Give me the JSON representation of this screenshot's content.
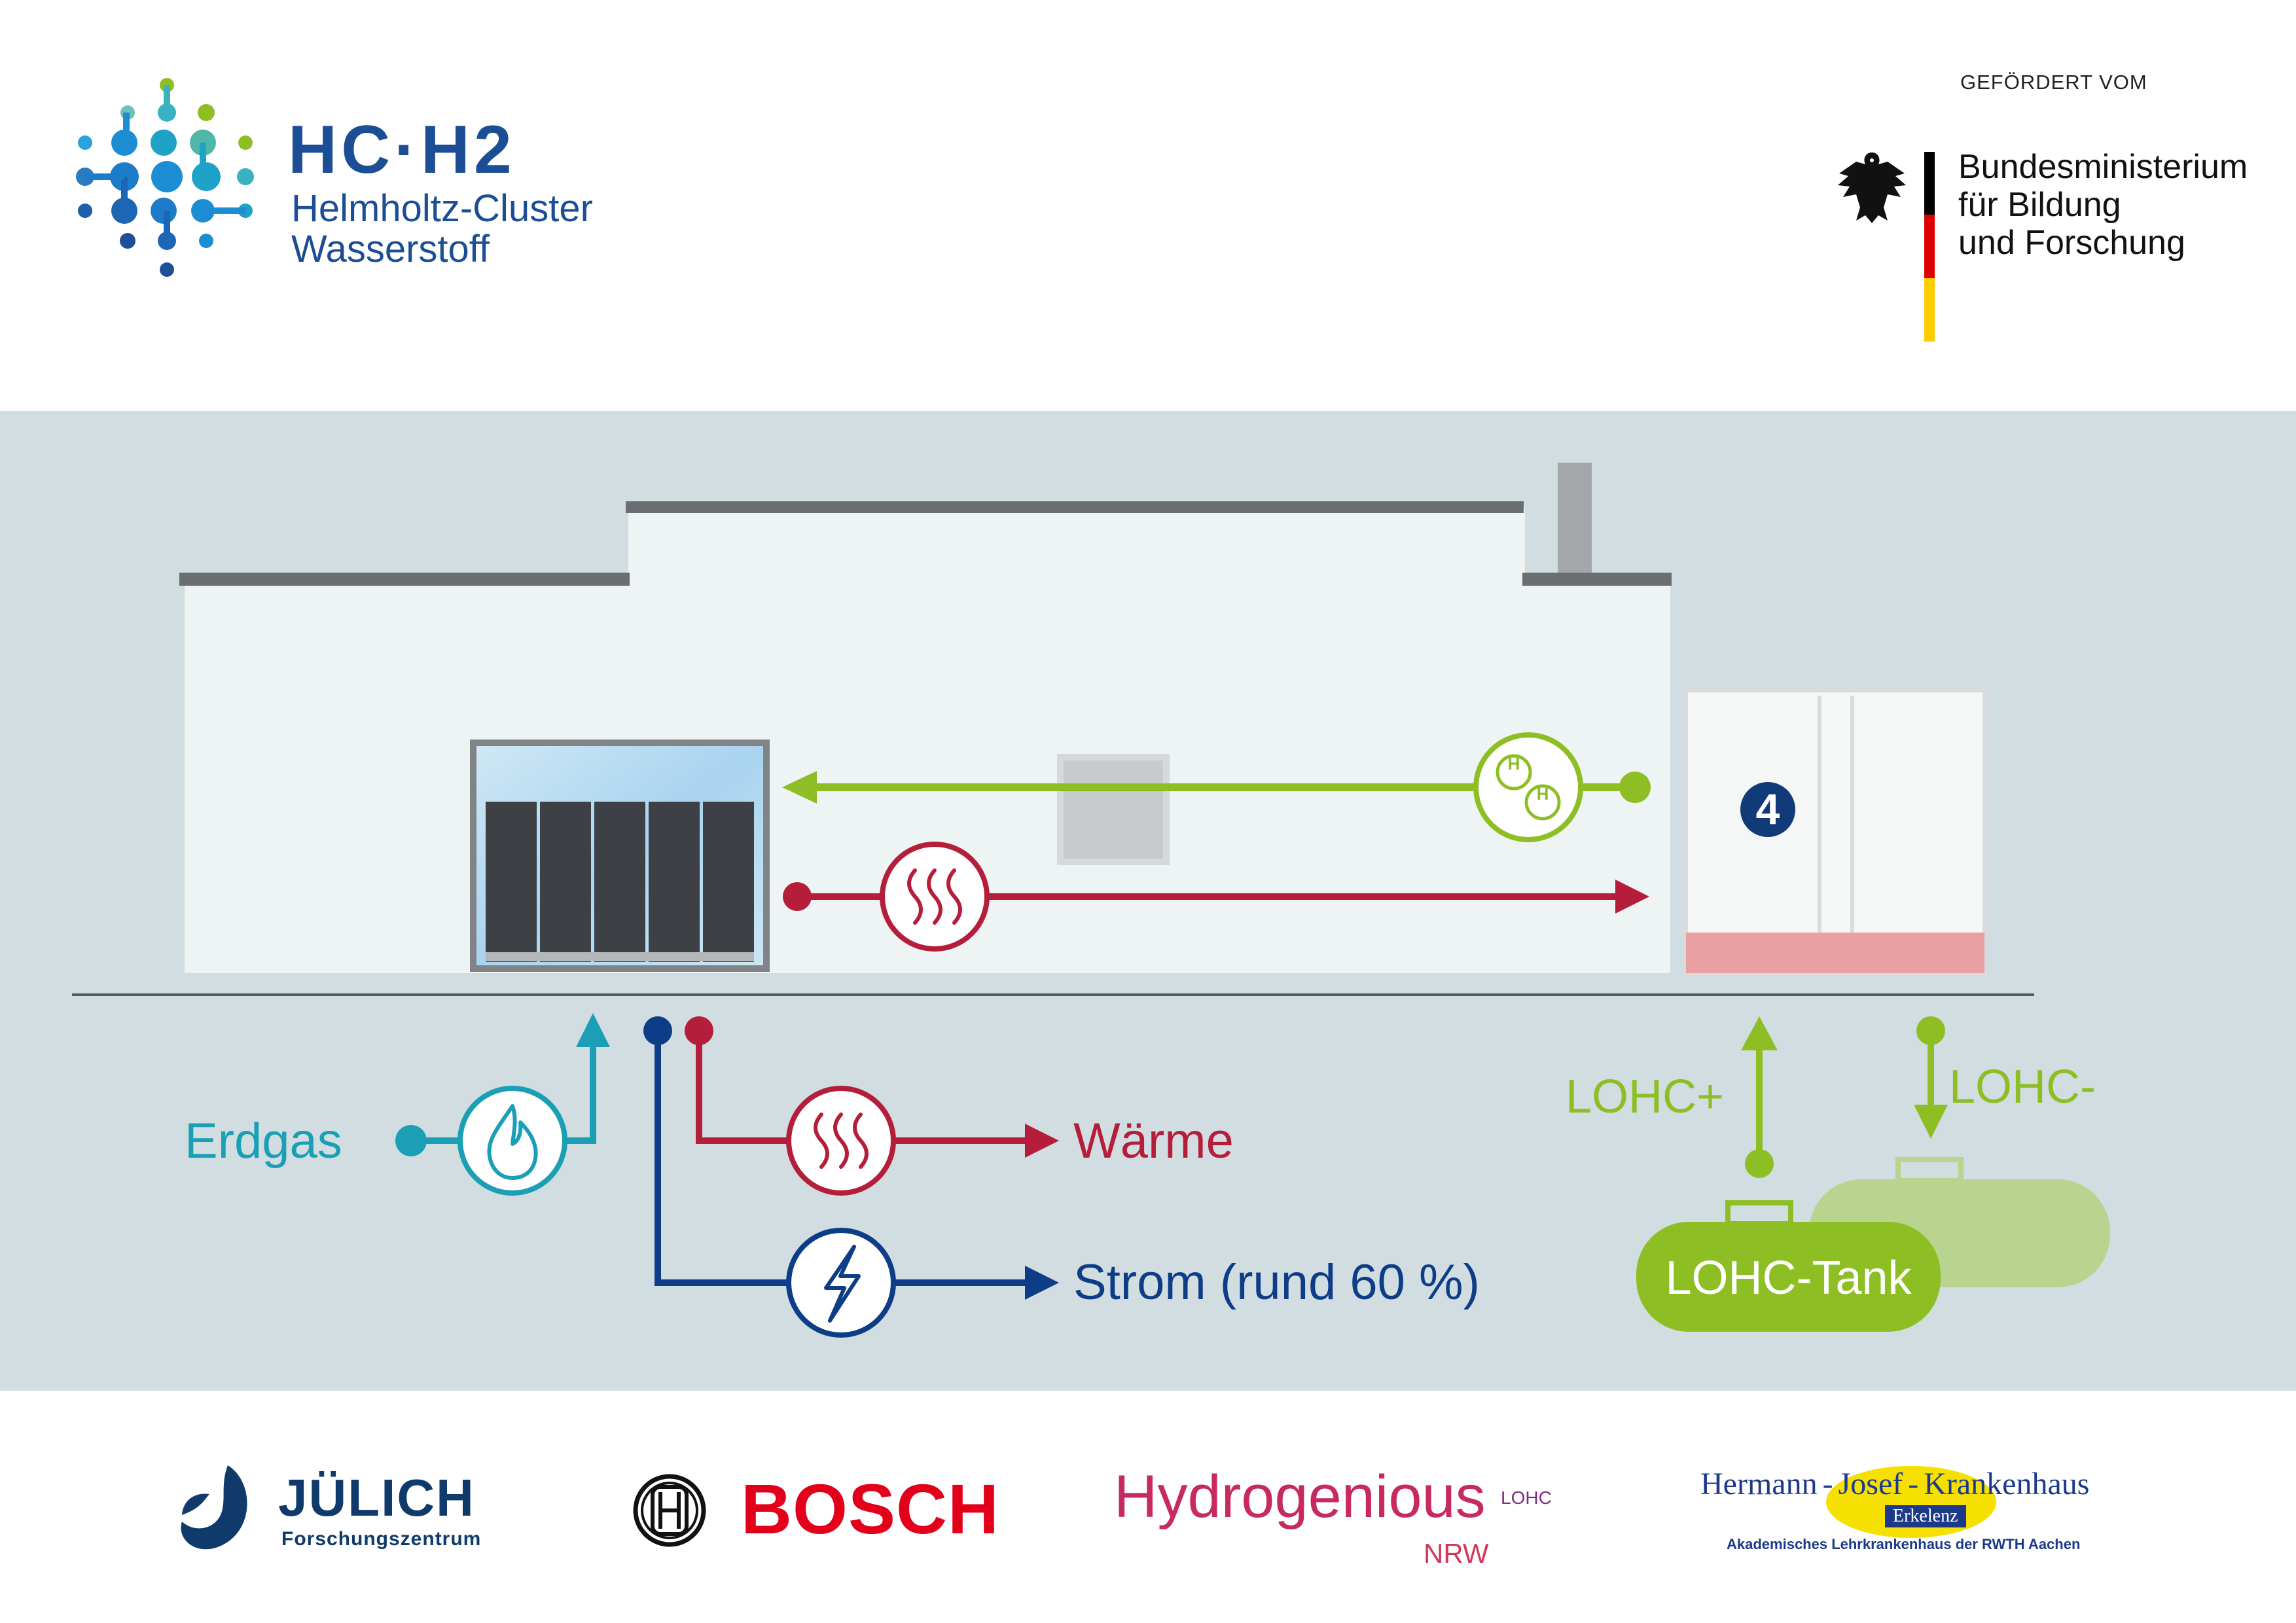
{
  "header": {
    "cluster_title": "HC·H2",
    "cluster_subtitle_line1": "Helmholtz-Cluster",
    "cluster_subtitle_line2": "Wasserstoff",
    "funding_label": "GEFÖRDERT VOM",
    "ministry_line1": "Bundesministerium",
    "ministry_line2": "für Bildung",
    "ministry_line3": "und Forschung"
  },
  "diagram": {
    "inputs": [
      {
        "label": "Erdgas",
        "icon": "flame-icon",
        "color": "#1a9fb5"
      }
    ],
    "outputs": [
      {
        "label": "Wärme",
        "icon": "heat-icon",
        "color": "#b51e3a"
      },
      {
        "label": "Strom (rund 60 %)",
        "icon": "lightning-icon",
        "color": "#0d3d87"
      }
    ],
    "lohc_plus": "LOHC+",
    "lohc_minus": "LOHC-",
    "tank_label": "LOHC-Tank",
    "container_number": "4",
    "hydrogen_icon_letters": [
      "H",
      "H"
    ],
    "colors": {
      "hydrogen": "#8dbf24",
      "heat": "#b51e3a",
      "power": "#0d3d87",
      "gas": "#1a9fb5",
      "background": "#d2dde1",
      "building": "#eef3f4"
    }
  },
  "footer": {
    "partners": [
      {
        "name": "JÜLICH",
        "sub": "Forschungszentrum"
      },
      {
        "name": "BOSCH"
      },
      {
        "name": "Hydrogenious",
        "sup": "LOHC",
        "sub": "NRW"
      },
      {
        "name_parts": [
          "Hermann",
          "-",
          "Josef",
          "-",
          "Krankenhaus"
        ],
        "sub_badge": "Erkelenz",
        "sub": "Akademisches Lehrkrankenhaus der RWTH Aachen"
      }
    ]
  }
}
